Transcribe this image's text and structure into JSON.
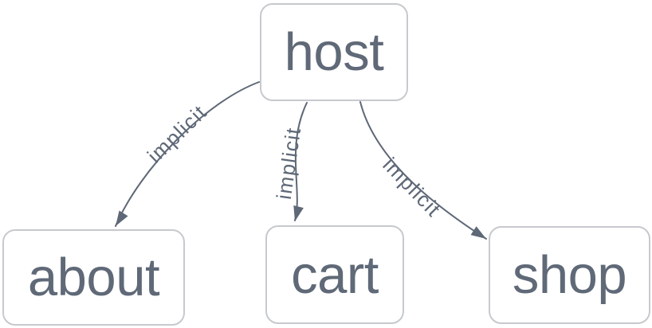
{
  "diagram": {
    "type": "directed-graph",
    "background": "#ffffff",
    "colors": {
      "edge": "#5e6877",
      "node_border": "#c6c9cd",
      "node_fill": "#ffffff",
      "node_text": "#5f6977"
    },
    "nodes": [
      {
        "id": "host",
        "label": "host"
      },
      {
        "id": "about",
        "label": "about"
      },
      {
        "id": "cart",
        "label": "cart"
      },
      {
        "id": "shop",
        "label": "shop"
      }
    ],
    "edges": [
      {
        "source": "host",
        "target": "about",
        "label": "implicit"
      },
      {
        "source": "host",
        "target": "cart",
        "label": "implicit"
      },
      {
        "source": "host",
        "target": "shop",
        "label": "implicit"
      }
    ]
  }
}
